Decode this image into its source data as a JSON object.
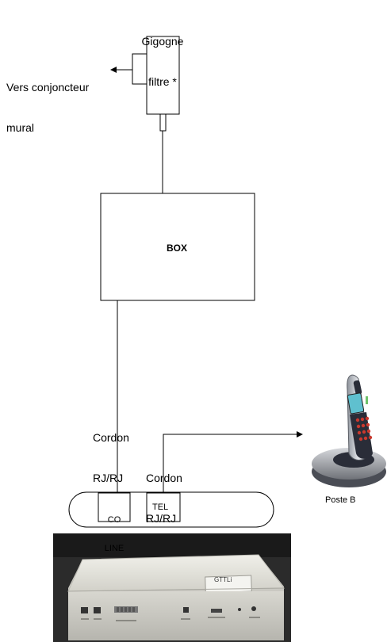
{
  "labels": {
    "gigogne_line1": "Gigogne",
    "gigogne_line2": "filtre *",
    "vers_line1": "Vers conjoncteur",
    "vers_line2": "mural",
    "box": "BOX",
    "cordon1_line1": "Cordon",
    "cordon1_line2": "RJ/RJ",
    "cordon2_line1": "Cordon",
    "cordon2_line2": "RJ/RJ",
    "co_line1": "CO",
    "co_line2": "LINE",
    "tel": "TEL",
    "poste": "Poste B",
    "device_brand": "GTTLi"
  },
  "colors": {
    "line": "#000000",
    "phone_silver": "#c8ccd2",
    "phone_dark": "#2a2d38",
    "device_body": "#e4e3dc",
    "photo_bg": "#2b2b2b"
  }
}
